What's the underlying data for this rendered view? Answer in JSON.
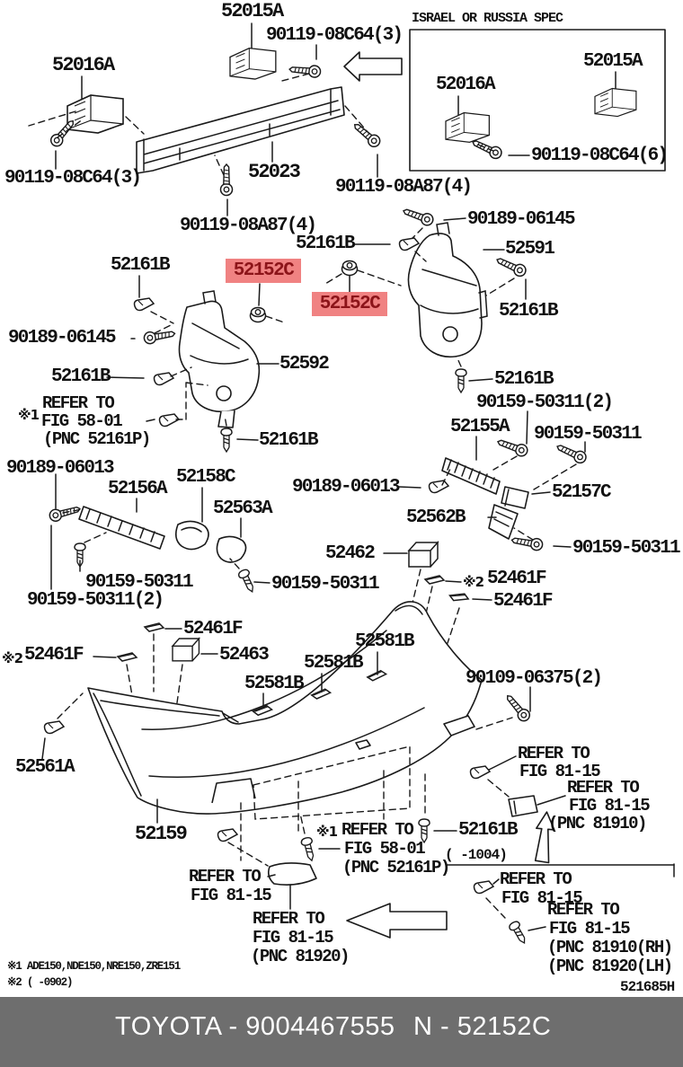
{
  "footer": {
    "left_code": "TOYOTA - 9004467555",
    "right_code": "N - 52152C",
    "bg_color": "#6e6e6e",
    "text_color": "#ffffff"
  },
  "footnotes": {
    "note1": "※1 ADE150,NDE150,NRE150,ZRE151",
    "note2": "※2 (   -0902)",
    "drawing_code": "521685H"
  },
  "inset": {
    "title": "ISRAEL OR RUSSIA SPEC"
  },
  "highlight": {
    "text": "52152C",
    "bg_color": "#f08282",
    "text_color": "#8c1419"
  },
  "labels": {
    "p52015a": "52015A",
    "p52016a": "52016A",
    "p52023": "52023",
    "b90119_08c64_3": "90119-08C64(3)",
    "b90119_08c64_6": "90119-08C64(6)",
    "b90119_08a87_4": "90119-08A87(4)",
    "b90189_06145": "90189-06145",
    "b90189_06013": "90189-06013",
    "b90159_50311": "90159-50311",
    "b90159_50311_2": "90159-50311(2)",
    "b90109_06375_2": "90109-06375(2)",
    "p52161b": "52161B",
    "p52591": "52591",
    "p52592": "52592",
    "p52155a": "52155A",
    "p52156a": "52156A",
    "p52157c": "52157C",
    "p52158c": "52158C",
    "p52562b": "52562B",
    "p52563a": "52563A",
    "p52462": "52462",
    "p52463": "52463",
    "p52461f": "52461F",
    "p52581b": "52581B",
    "p52561a": "52561A",
    "p52159": "52159",
    "ref1": "※1",
    "ref2": "※2",
    "refer_to": "REFER TO",
    "fig_58_01": "FIG 58-01",
    "fig_81_15": "FIG 81-15",
    "pnc_52161p": "(PNC 52161P)",
    "pnc_81910": "(PNC 81910)",
    "pnc_81920": "(PNC 81920)",
    "pnc_81910_rh": "(PNC 81910(RH)",
    "pnc_81920_lh": "(PNC 81920(LH)",
    "date_range": "( -1004)"
  }
}
